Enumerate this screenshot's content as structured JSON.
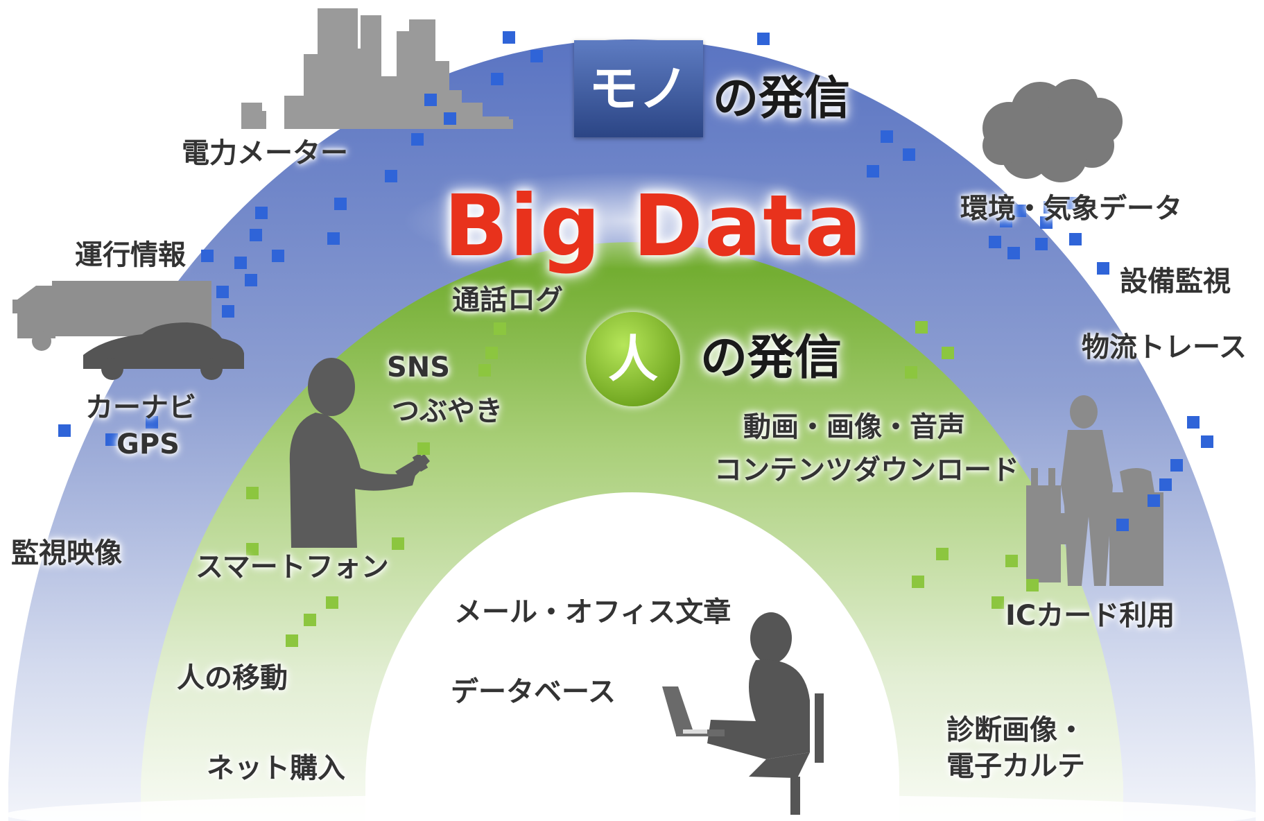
{
  "title": "Big Data",
  "mono_header": {
    "boxed": "モノ",
    "rest": "の発信"
  },
  "hito_header": {
    "circled": "人",
    "rest": "の発信"
  },
  "things_labels": {
    "meter": "電力メーター",
    "operation": "運行情報",
    "carnavi": "カーナビ",
    "gps": "GPS",
    "surveillance": "監視映像",
    "environment": "環境・気象データ",
    "equipment": "設備監視",
    "logistics": "物流トレース"
  },
  "people_labels": {
    "calllog": "通話ログ",
    "sns": "SNS",
    "tweets": "つぶやき",
    "media": "動画・画像・音声",
    "download": "コンテンツダウンロード",
    "smartphone": "スマートフォン",
    "movement": "人の移動",
    "netpurchase": "ネット購入",
    "iccard": "ICカード利用",
    "medical1": "診断画像・",
    "medical2": "電子カルテ"
  },
  "core_labels": {
    "mail": "メール・オフィス文章",
    "database": "データベース"
  },
  "colors": {
    "outer_ring_top": "#5d77c3",
    "outer_ring_bottom": "#eef1f8",
    "inner_ring_top": "#6da92a",
    "inner_ring_bottom": "#f4f8ee",
    "blue_square": "#2f64d8",
    "green_square": "#8cc63f",
    "silhouette": "#5b5b5b",
    "title": "#e8321c"
  },
  "icons": [
    "city-skyline-icon",
    "cloud-icon",
    "truck-icon",
    "car-icon",
    "person-phone-icon",
    "traveler-icon",
    "person-laptop-icon"
  ]
}
